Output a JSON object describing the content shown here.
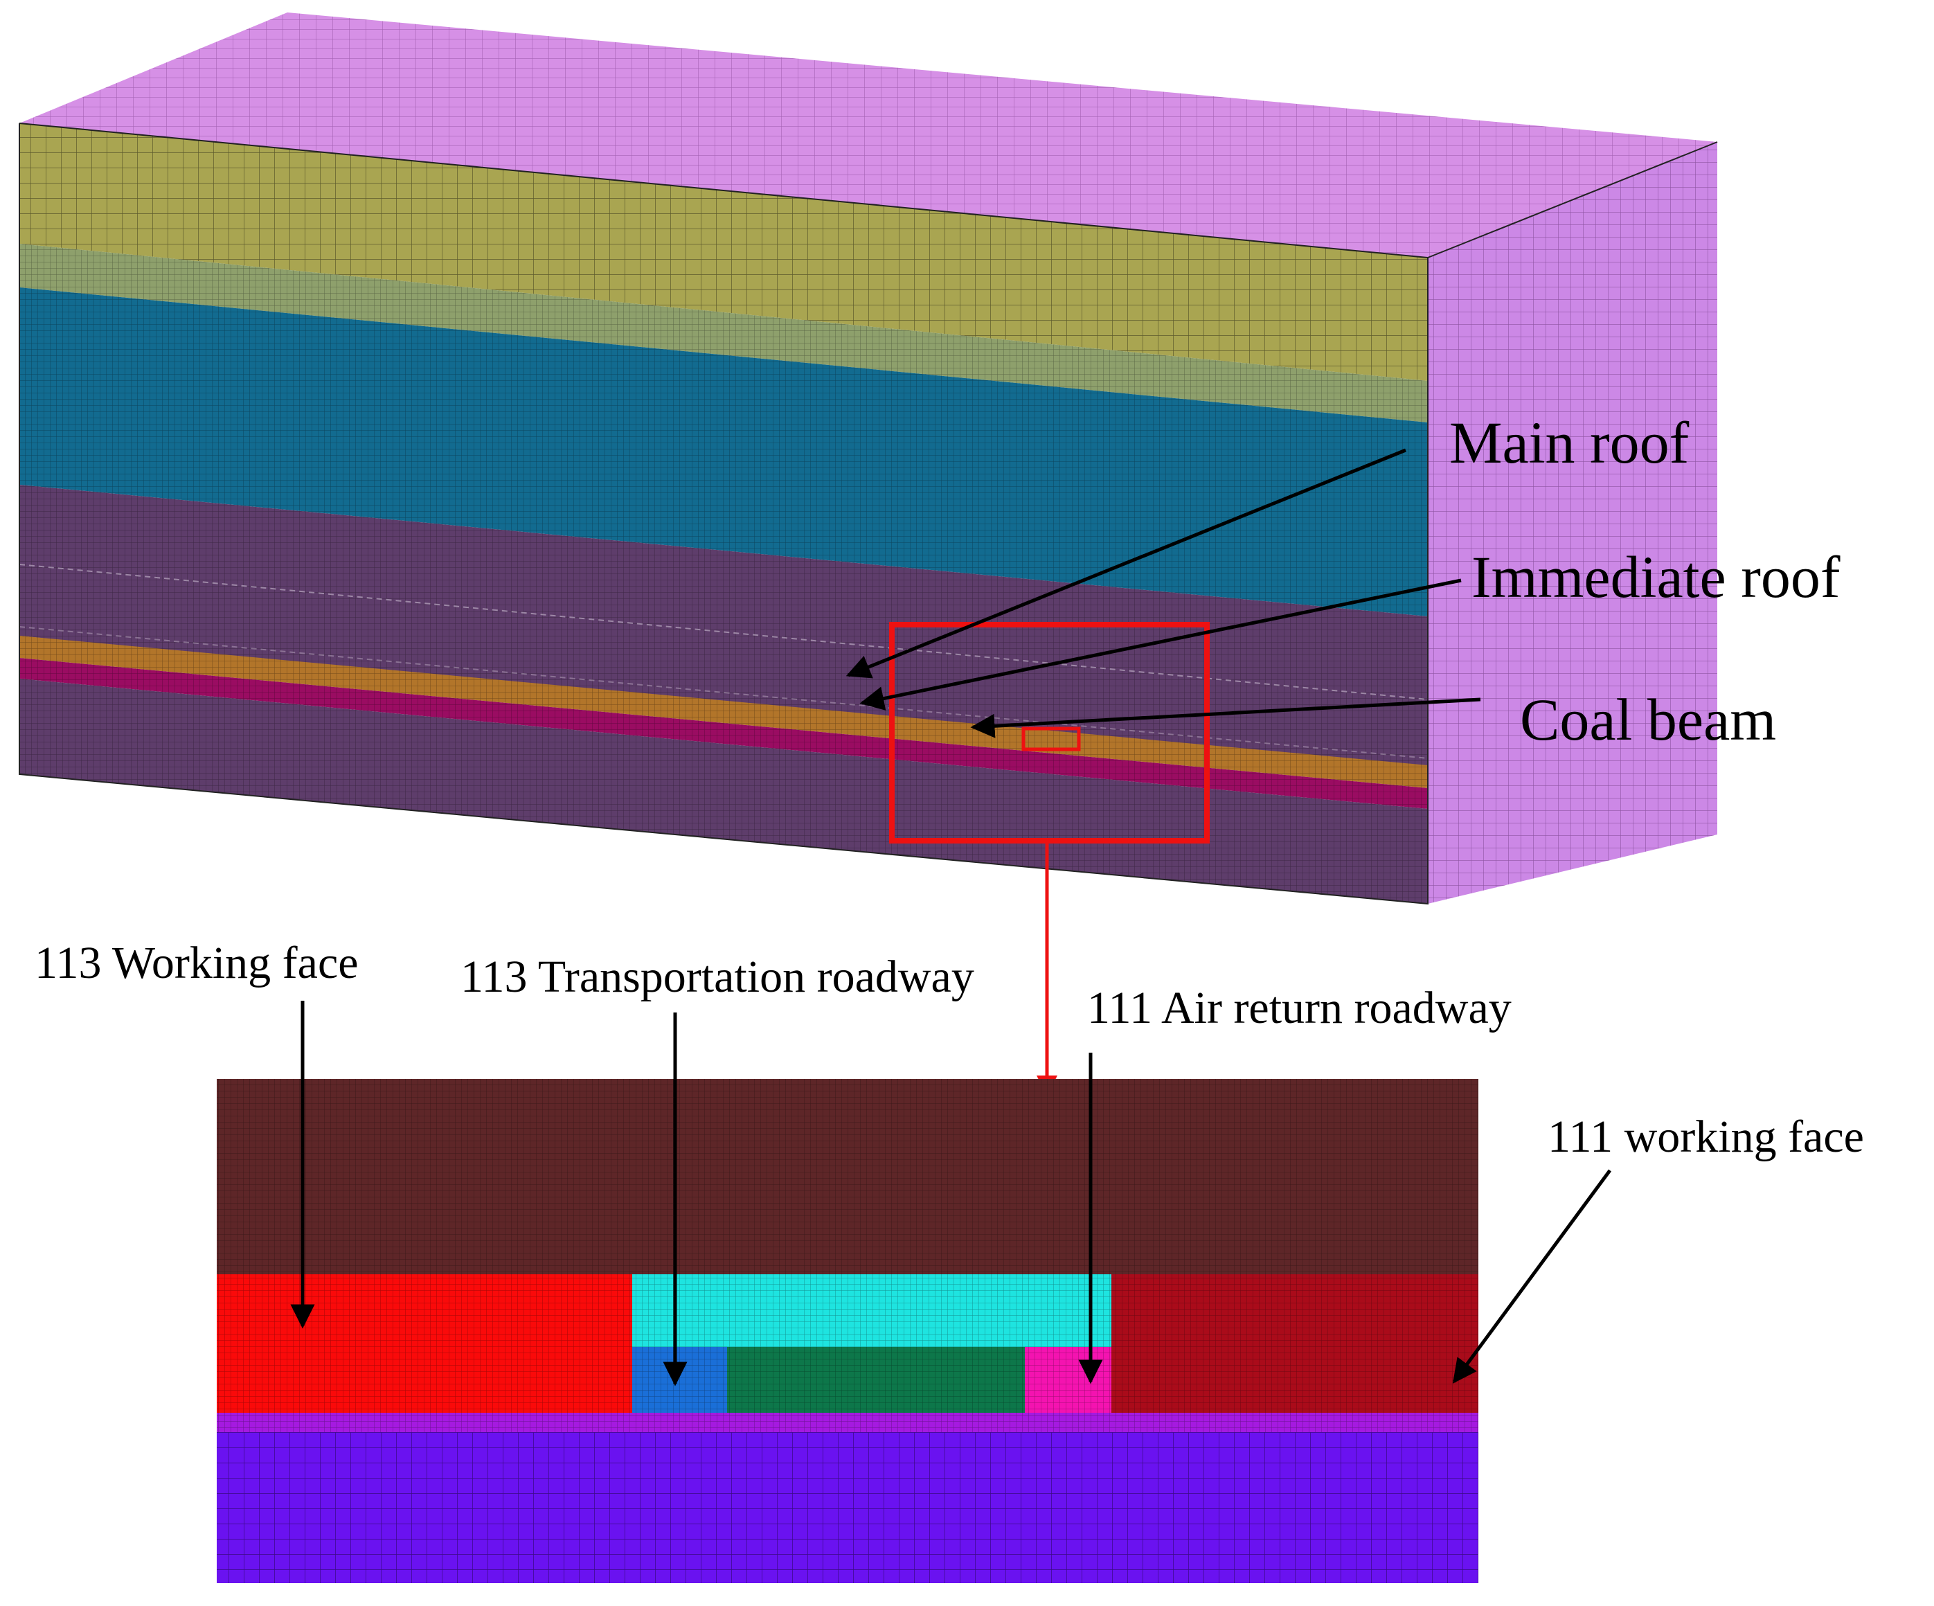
{
  "labels": {
    "main_roof": "Main roof",
    "immediate_roof": "Immediate roof",
    "coal_beam": "Coal beam",
    "working_face_113": "113 Working face",
    "transportation_roadway_113": "113 Transportation roadway",
    "air_return_roadway_111": "111 Air return roadway",
    "working_face_111": "111 working face"
  },
  "colors": {
    "top_surface": "#d690e6",
    "right_side": "#cc88e6",
    "layer_yellow": "#a9a551",
    "layer_olive": "#8ea06c",
    "layer_teal": "#126b90",
    "layer_purple": "#5e3d6b",
    "coal_orange": "#b2752a",
    "coal_magenta": "#9a0c62",
    "highlight_red": "#ee1111",
    "detail_brown": "#5e2628",
    "detail_red": "#fa0a0a",
    "detail_darkred": "#aa0b1a",
    "detail_cyan": "#1ee4e0",
    "detail_blue": "#1a6fd8",
    "detail_green": "#0d774a",
    "detail_pink": "#f413b0",
    "detail_violet_strip": "#a51ae0",
    "detail_floor": "#6a12f0"
  }
}
